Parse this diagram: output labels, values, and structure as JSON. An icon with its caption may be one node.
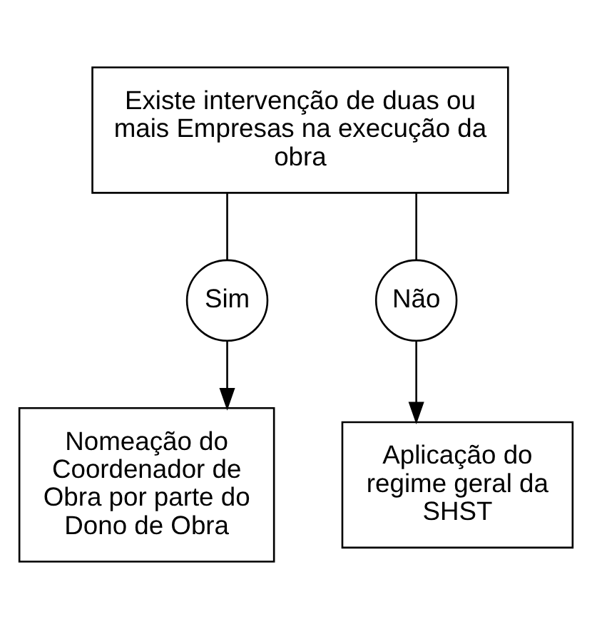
{
  "diagram": {
    "nodes": [
      {
        "text": [
          "Existe intervenção de duas ou mais Empresas na execução da obra"
        ]
      },
      {
        "text": [
          "Sim"
        ]
      },
      {
        "text": [
          "Não"
        ]
      },
      {
        "text": [
          "Nomeação do Coordenador de Obra por parte do Dono de Obra"
        ]
      },
      {
        "text": [
          "Aplicação do regime geral da SHST"
        ]
      }
    ],
    "edges": [
      {
        "from": 0,
        "to": 1,
        "arrow": "none"
      },
      {
        "from": 0,
        "to": 2,
        "arrow": "none"
      },
      {
        "from": 1,
        "to": 3,
        "arrow": "to"
      },
      {
        "from": 2,
        "to": 4,
        "arrow": "to"
      }
    ]
  }
}
